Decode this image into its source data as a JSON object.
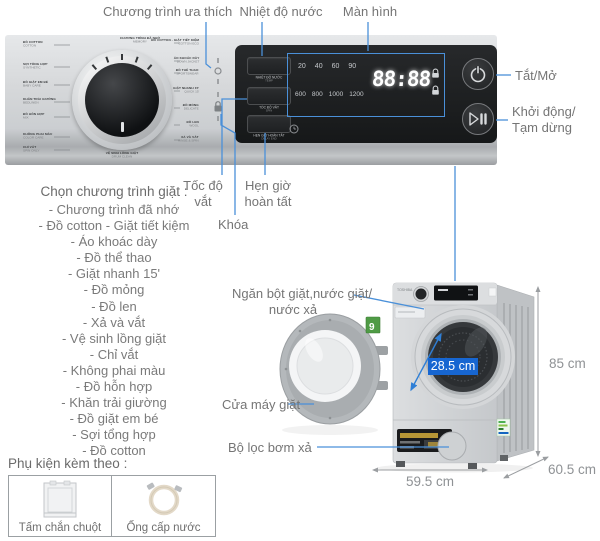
{
  "colors": {
    "leader_blue": "#4a90d9",
    "drum_badge_blue": "#1766d1",
    "panel_black": "#1b1d1f",
    "label_gray": "#757575"
  },
  "callouts": {
    "favorite_program": "Chương trình ưa thích",
    "water_temp": "Nhiệt độ nước",
    "screen": "Màn hình",
    "power": "Tắt/Mở",
    "start_pause_1": "Khởi động/",
    "start_pause_2": "Tạm dừng",
    "spin_speed_1": "Tốc độ",
    "spin_speed_2": "vắt",
    "lock": "Khóa",
    "delay_end_1": "Hẹn giờ",
    "delay_end_2": "hoàn tất",
    "detergent_drawer_1": "Ngăn bột giặt,nước giặt/",
    "detergent_drawer_2": "nước xả",
    "door": "Cửa máy giặt",
    "drain_filter": "Bộ lọc bơm xả"
  },
  "control_panel": {
    "dial": {
      "top": {
        "vn": "CHƯƠNG TRÌNH ĐÃ NHỚ",
        "en": "MEMORY"
      },
      "bottom": {
        "vn": "VỆ SINH LỒNG GIẶT",
        "en": "DRUM CLEAN"
      },
      "left": [
        {
          "vn": "ĐỒ COTTON",
          "en": "COTTON"
        },
        {
          "vn": "SỢI TỔNG HỢP",
          "en": "SYNTHETIC"
        },
        {
          "vn": "ĐỒ GIẶT EM BÉ",
          "en": "BABY CARE"
        },
        {
          "vn": "KHĂN TRẢI GIƯỜNG",
          "en": "BEDLINEN"
        },
        {
          "vn": "ĐỒ HỖN HỢP",
          "en": "MIX"
        },
        {
          "vn": "KHÔNG PHAI MÀU",
          "en": "COLOR CARE"
        },
        {
          "vn": "CHỈ VẮT",
          "en": "SPIN ONLY"
        }
      ],
      "right": [
        {
          "vn": "ĐỒ COTTON - GIẶT TIẾT KIỆM",
          "en": "COTTON ECO"
        },
        {
          "vn": "ÁO KHOÁC DÀY",
          "en": "DOWN JACKET"
        },
        {
          "vn": "ĐỒ THỂ THAO",
          "en": "SPORTSWEAR"
        },
        {
          "vn": "GIẶT NHANH 15'",
          "en": "QUICK 15'"
        },
        {
          "vn": "ĐỒ MỎNG",
          "en": "DELICATE"
        },
        {
          "vn": "ĐỒ LEN",
          "en": "WOOL"
        },
        {
          "vn": "XẢ VÀ VẮT",
          "en": "RINSE & SPIN"
        }
      ]
    },
    "buttons": [
      {
        "vn": "NHIỆT ĐỘ NƯỚC",
        "en": "TEMP"
      },
      {
        "vn": "TỐC ĐỘ VẮT",
        "en": "SPIN"
      },
      {
        "vn": "HẸN GIỜ HOÀN TẤT",
        "en": "DELAY END"
      }
    ],
    "display": {
      "temps": [
        "20",
        "40",
        "60",
        "90"
      ],
      "spin_speeds": [
        "600",
        "800",
        "1000",
        "1200"
      ],
      "time": "88:88"
    }
  },
  "machine": {
    "brand": "TOSHIBA",
    "capacity_badge": "9"
  },
  "dimensions": {
    "drum_diameter": "28.5 cm",
    "width": "59.5 cm",
    "depth": "60.5 cm",
    "height": "85 cm"
  },
  "programs": {
    "title": "Chọn chương trình giặt :",
    "items": [
      "- Chương trình đã nhớ",
      "- Đồ cotton - Giặt tiết kiệm",
      "- Áo khoác dày",
      "- Đồ thể thao",
      "- Giặt nhanh 15'",
      "- Đồ mỏng",
      "- Đồ len",
      "- Xả và vắt",
      "- Vệ sinh lồng giặt",
      "- Chỉ vắt",
      "- Không phai màu",
      "- Đồ hỗn hợp",
      "- Khăn trải giường",
      "- Đồ giặt em bé",
      "- Sợi tổng hợp",
      "- Đồ cotton"
    ]
  },
  "accessories": {
    "title": "Phụ kiện kèm theo :",
    "items": [
      "Tấm chắn chuột",
      "Ống cấp nước"
    ]
  }
}
